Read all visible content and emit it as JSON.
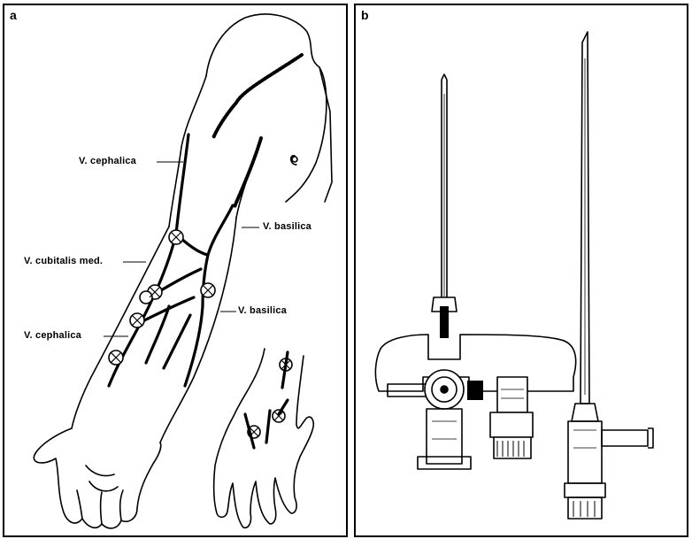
{
  "panel_a": {
    "letter": "a",
    "labels": {
      "cephalica_upper": "V. cephalica",
      "basilica_upper": "V. basilica",
      "cubitalis": "V. cubitalis med.",
      "basilica_lower": "V. basilica",
      "cephalica_lower": "V. cephalica"
    }
  },
  "panel_b": {
    "letter": "b"
  }
}
